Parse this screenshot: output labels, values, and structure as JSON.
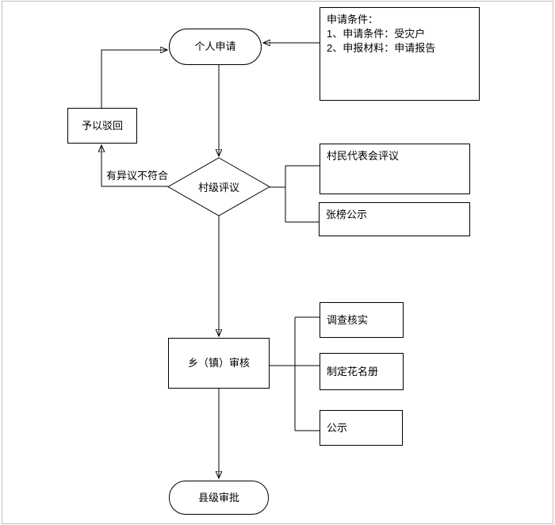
{
  "diagram": {
    "nodes": {
      "personal_apply": {
        "label": "个人申请"
      },
      "application_note": {
        "line1": "申请条件：",
        "line2": "1、申请条件：受灾户",
        "line3": "2、申报材料：申请报告"
      },
      "reject": {
        "label": "予以驳回"
      },
      "village_review": {
        "label": "村级评议"
      },
      "villager_rep_review": {
        "label": "村民代表会评议"
      },
      "public_posting": {
        "label": "张榜公示"
      },
      "township_review": {
        "label": "乡（镇）审核"
      },
      "investigate_verify": {
        "label": "调查核实"
      },
      "make_roster": {
        "label": "制定花名册"
      },
      "publicity": {
        "label": "公示"
      },
      "county_approval": {
        "label": "县级审批"
      }
    },
    "edge_labels": {
      "objection": "有异议不符合"
    },
    "colors": {
      "line": "#000000",
      "node_border": "#000000",
      "node_fill": "#ffffff",
      "canvas_border": "#c0c0c0",
      "text": "#000000"
    }
  }
}
